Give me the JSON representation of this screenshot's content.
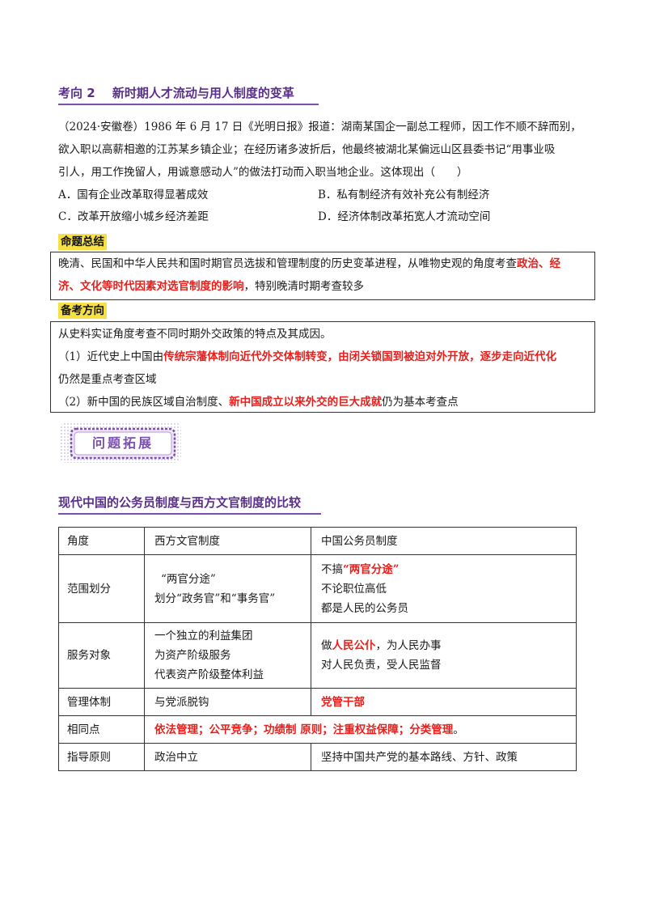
{
  "heading1": {
    "label": "考向 2",
    "title": "新时期人才流动与用人制度的变革"
  },
  "question": {
    "line1": "（2024·安徽卷）1986 年 6 月 17 日《光明日报》报道：湖南某国企一副总工程师，因工作不顺不辞而别，",
    "line2": "欲入职以高薪相邀的江苏某乡镇企业；在经历诸多波折后，他最终被湖北某偏远山区县委书记“用事业吸",
    "line3": "引人，用工作挽留人，用诚意感动人”的做法打动而入职当地企业。这体现出（　　）",
    "options": [
      "A．国有企业改革取得显著成效",
      "B．私有制经济有效补充公有制经济",
      "C．改革开放缩小城乡经济差距",
      "D．经济体制改革拓宽人才流动空间"
    ]
  },
  "summary": {
    "tag": "命题总结",
    "p1_a": "晚清、民国和中华人民共和国时期官员选拔和管理制度的历史变革进程，从唯物史观的角度考查",
    "p1_b": "政治、经",
    "p2_a": "济、文化等时代因素对选官制度的影响",
    "p2_b": "，特别晚清时期考查较多"
  },
  "direction": {
    "tag": "备考方向",
    "line1": "从史料实证角度考查不同时期外交政策的特点及其成因。",
    "line2_a": "（1）近代史上中国由",
    "line2_b": "传统宗藩体制向近代外交体制转变，由闭关锁国到被迫对外开放，逐步走向近代化",
    "line3": "仍然是重点考查区域",
    "line4_a": "（2）新中国的民族区域自治制度、",
    "line4_b": "新中国成立以来外交的巨大成就",
    "line4_c": "仍为基本考查点"
  },
  "badge": {
    "text": "问题拓展"
  },
  "heading2": {
    "title": "现代中国的公务员制度与西方文官制度的比较"
  },
  "table": {
    "headers": [
      "角度",
      "西方文官制度",
      "中国公务员制度"
    ],
    "rows": {
      "scope": {
        "label": "范围划分",
        "west": [
          "“两官分途”",
          "划分“政务官”和“事务官”"
        ],
        "china_prefix": "不搞",
        "china_red": "“两官分途”",
        "china_lines": [
          "不论职位高低",
          "都是人民的公务员"
        ]
      },
      "service": {
        "label": "服务对象",
        "west": [
          "一个独立的利益集团",
          "为资产阶级服务",
          "代表资产阶级整体利益"
        ],
        "china_prefix": "做",
        "china_red": "人民公仆",
        "china_suffix": "，为人民办事",
        "china_line2": "对人民负责，受人民监督"
      },
      "mgmt": {
        "label": "管理体制",
        "west": "与党派脱钩",
        "china": "党管干部"
      },
      "common": {
        "label": "相同点",
        "text": "依法管理；公平竞争；功绩制 原则；注重权益保障；分类管理",
        "tail": "。"
      },
      "guide": {
        "label": "指导原则",
        "west": "政治中立",
        "china": "坚持中国共产党的基本路线、方针、政策"
      }
    }
  },
  "colors": {
    "heading": "#5a2f8a",
    "accent_red": "#e8201d",
    "tag_yellow": "#f6e046",
    "badge_purple": "#7b4fb0"
  }
}
